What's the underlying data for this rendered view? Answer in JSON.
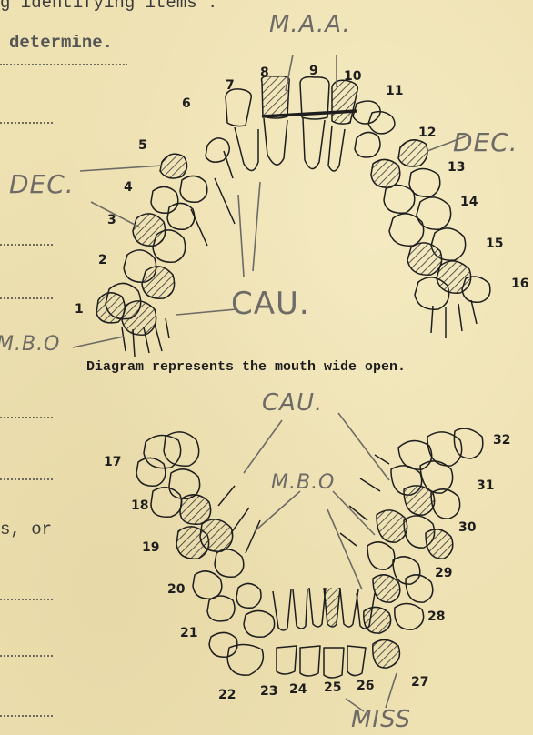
{
  "typed_fragments": {
    "top_line": "g identifying items .",
    "determine": "determine.",
    "side_es_or": "s, or"
  },
  "caption": "Diagram represents the mouth wide open.",
  "upper_numbers": [
    "1",
    "2",
    "3",
    "4",
    "5",
    "6",
    "7",
    "8",
    "9",
    "10",
    "11",
    "12",
    "13",
    "14",
    "15",
    "16"
  ],
  "lower_numbers": [
    "17",
    "18",
    "19",
    "20",
    "21",
    "22",
    "23",
    "24",
    "25",
    "26",
    "27",
    "28",
    "29",
    "30",
    "31",
    "32"
  ],
  "annotations": {
    "upper_mid": "M.A.A.",
    "upper_right": "DEC.",
    "upper_left": "DEC.",
    "upper_caries": "CAU.",
    "left_mbo": "M.B.O",
    "lower_caries": "CAU.",
    "lower_mbo": "M.B.O",
    "missing": "MISS"
  },
  "colors": {
    "paper": "#eee1b2",
    "ink": "#1e1e1e",
    "pencil": "#6e6a66"
  }
}
